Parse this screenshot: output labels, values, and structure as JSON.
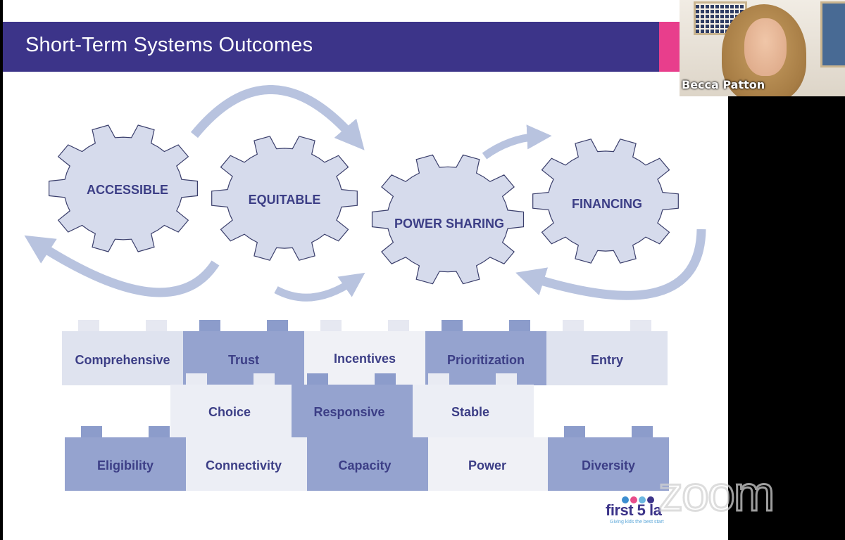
{
  "slide": {
    "title": "Short-Term Systems Outcomes",
    "colors": {
      "header": "#3c3489",
      "accent": "#e83e8c",
      "gear_fill": "#d6dbec",
      "arrow": "#b8c3df"
    }
  },
  "gears": [
    {
      "label": "ACCESSIBLE"
    },
    {
      "label": "EQUITABLE"
    },
    {
      "label": "POWER SHARING"
    },
    {
      "label": "FINANCING"
    }
  ],
  "blocks": {
    "row1": [
      {
        "label": "Comprehensive",
        "shade": "light"
      },
      {
        "label": "Trust",
        "shade": "dark"
      },
      {
        "label": "Incentives",
        "shade": "light"
      },
      {
        "label": "Prioritization",
        "shade": "dark"
      },
      {
        "label": "Entry",
        "shade": "light"
      }
    ],
    "row2": [
      {
        "label": "Choice",
        "shade": "light"
      },
      {
        "label": "Responsive",
        "shade": "dark"
      },
      {
        "label": "Stable",
        "shade": "light"
      }
    ],
    "row3": [
      {
        "label": "Eligibility",
        "shade": "dark"
      },
      {
        "label": "Connectivity",
        "shade": "light"
      },
      {
        "label": "Capacity",
        "shade": "dark"
      },
      {
        "label": "Power",
        "shade": "light"
      },
      {
        "label": "Diversity",
        "shade": "dark"
      }
    ]
  },
  "participant": {
    "name": "Becca Patton"
  },
  "logo": {
    "text": "first 5 la",
    "tagline": "Giving kids the best start"
  },
  "app": {
    "watermark": "zoom"
  }
}
